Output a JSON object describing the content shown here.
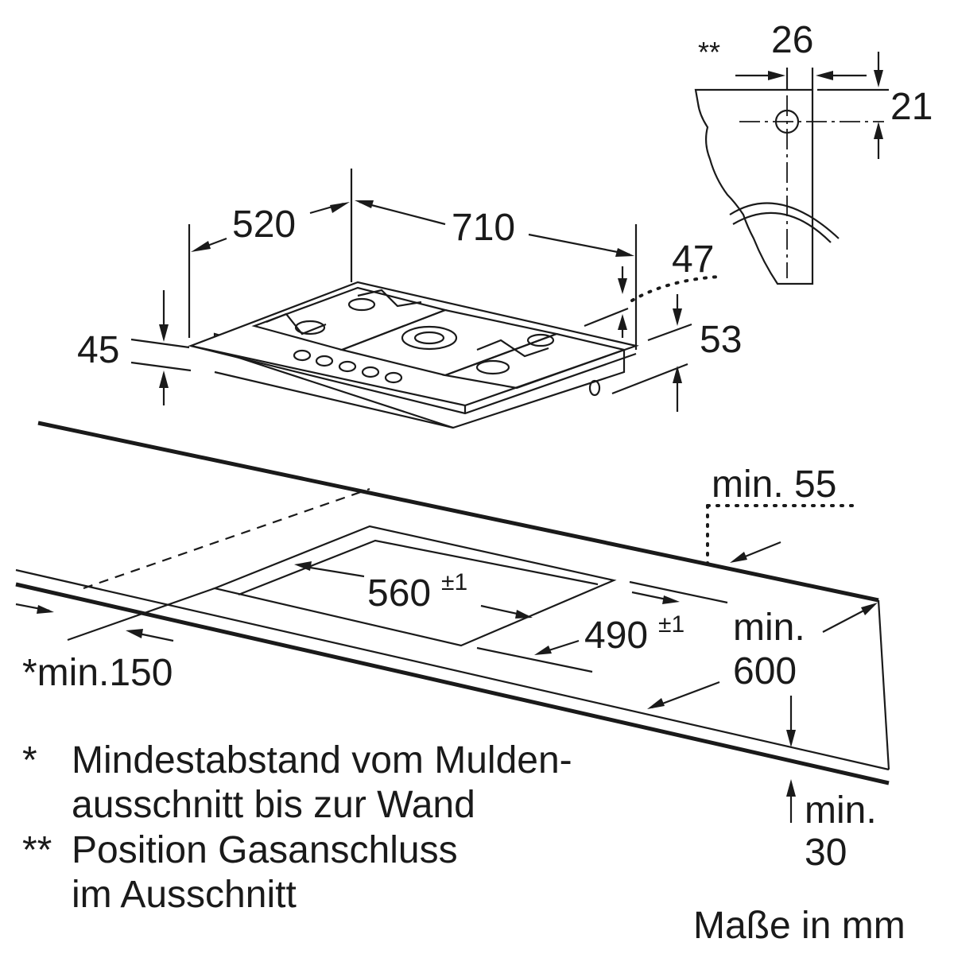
{
  "drawing": {
    "hob": {
      "width": "710",
      "depth": "520",
      "height_left": "45",
      "height_right": "53",
      "gas_offset_top": "47"
    },
    "gas_connection": {
      "marker": "**",
      "horizontal": "26",
      "vertical": "21"
    },
    "cutout": {
      "width_value": "560",
      "width_tol": "±1",
      "depth_value": "490",
      "depth_tol": "±1",
      "back_min_line1": "min. 55",
      "front_min_line1": "min.",
      "front_min_line2": "600",
      "wall_min": "*min.150",
      "thickness_line1": "min.",
      "thickness_line2": "30"
    },
    "notes": {
      "note1_marker": "*",
      "note1_line1": "Mindestabstand vom Mulden-",
      "note1_line2": "ausschnitt bis zur Wand",
      "note2_marker": "**",
      "note2_line1": "Position Gasanschluss",
      "note2_line2": "im Ausschnitt"
    },
    "units": "Maße in mm"
  }
}
